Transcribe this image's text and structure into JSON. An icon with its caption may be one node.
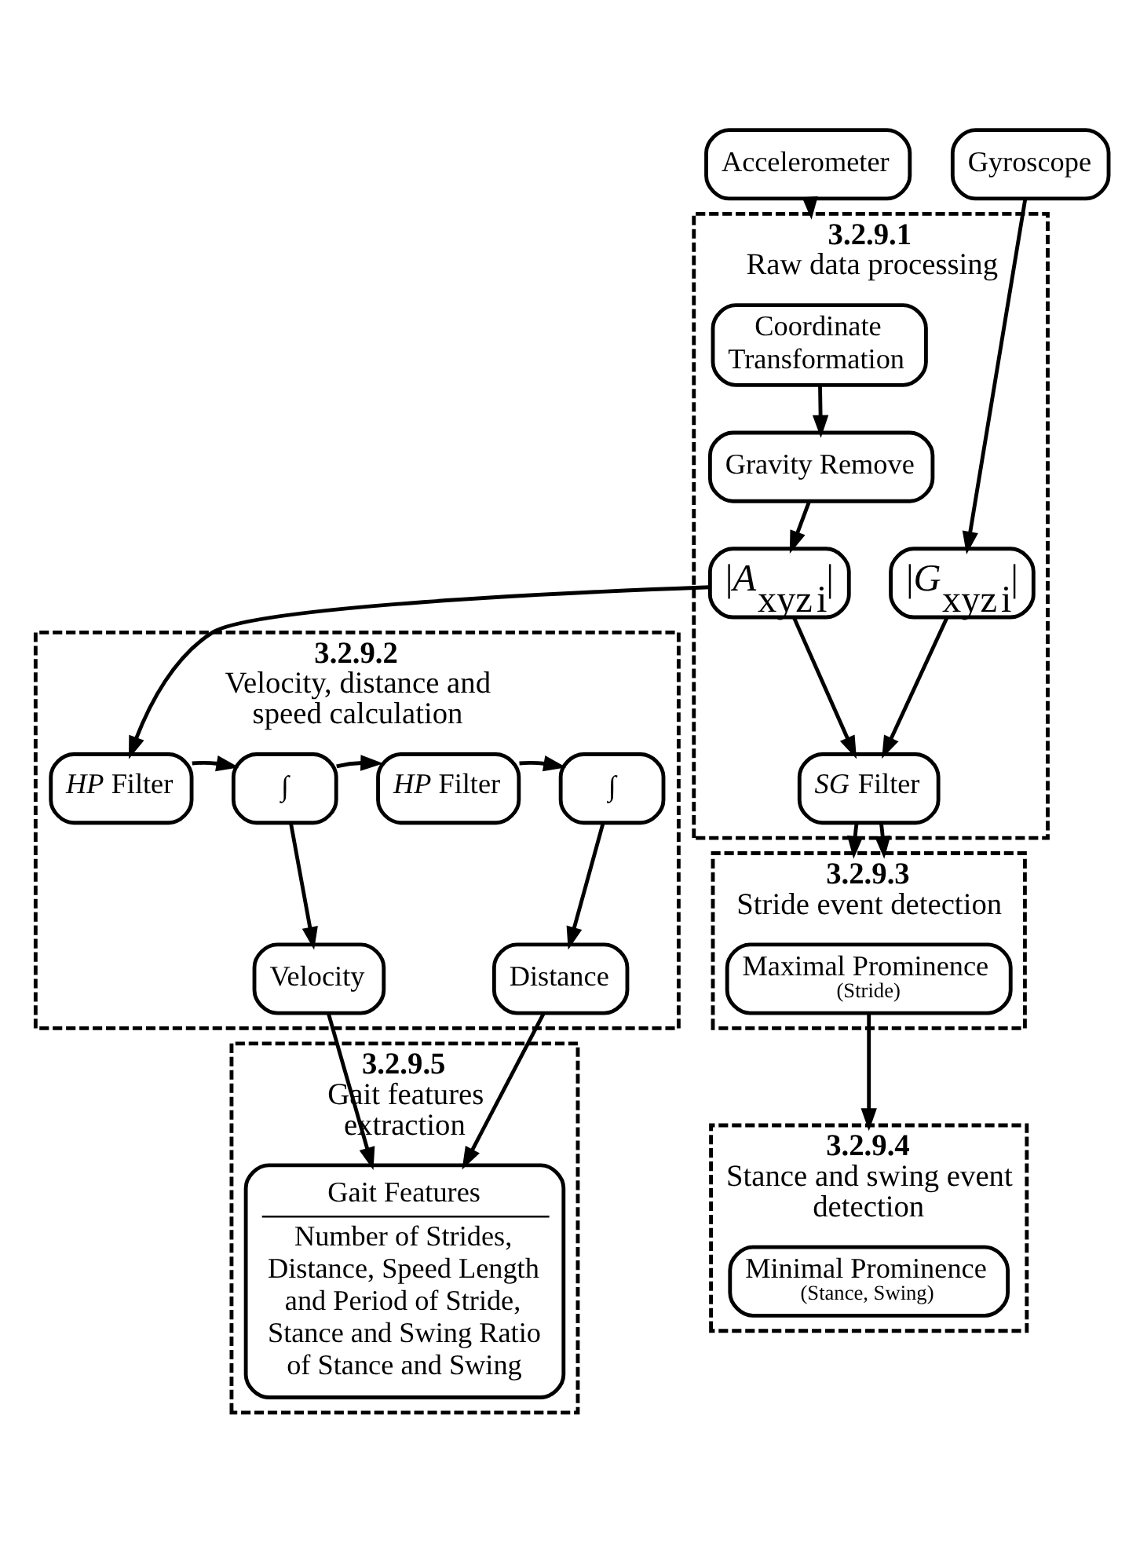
{
  "diagram": {
    "nodes": [
      {
        "text": [
          "Accelerometer"
        ]
      },
      {
        "text": [
          "Gyroscope"
        ]
      },
      {
        "text": [
          "**3.2.9.1**",
          "Raw data processing"
        ]
      },
      {
        "text": [
          "Coordinate Transformation"
        ],
        "in": 2
      },
      {
        "text": [
          "Gravity Remove"
        ],
        "in": 2
      },
      {
        "text": [
          "|*A*$_{xyz}$$_{i}$|"
        ],
        "in": 2
      },
      {
        "text": [
          "|*G*$_{xyz}$$_{i}$|"
        ],
        "in": 2
      },
      {
        "text": [
          "*SG* Filter"
        ],
        "in": 2
      },
      {
        "text": [
          "**3.2.9.2**",
          "Velocity, distance and speed calculation"
        ]
      },
      {
        "text": [
          "*HP* Filter"
        ],
        "in": 8
      },
      {
        "text": [
          "∫"
        ],
        "in": 8
      },
      {
        "text": [
          "*HP* Filter"
        ],
        "in": 8
      },
      {
        "text": [
          "∫"
        ],
        "in": 8
      },
      {
        "text": [
          "Velocity"
        ],
        "in": 8
      },
      {
        "text": [
          "Distance"
        ],
        "in": 8
      },
      {
        "text": [
          "**3.2.9.3**",
          "Stride event detection"
        ]
      },
      {
        "text": [
          "Maximal Prominence",
          "(Stride)"
        ],
        "in": 15
      },
      {
        "text": [
          "**3.2.9.4**",
          "Stance and swing event detection"
        ]
      },
      {
        "text": [
          "Minimal Prominence",
          "(Stance, Swing)"
        ],
        "in": 17
      },
      {
        "text": [
          "**3.2.9.5**",
          "Gait features extraction"
        ]
      },
      {
        "text": [
          "Gait Features",
          "Number of Strides, Distance, Speed Length and Period of Stride, Stance and Swing Ratio of Stance and Swing"
        ],
        "in": 19
      }
    ],
    "edges": [
      {
        "from": 0,
        "to": 2,
        "arrow": "to"
      },
      {
        "from": 3,
        "to": 4,
        "arrow": "to"
      },
      {
        "from": 4,
        "to": 5,
        "arrow": "to"
      },
      {
        "from": 1,
        "to": 6,
        "arrow": "to"
      },
      {
        "from": 5,
        "to": 7,
        "arrow": "to"
      },
      {
        "from": 6,
        "to": 7,
        "arrow": "to"
      },
      {
        "from": 5,
        "to": 9,
        "arrow": "to"
      },
      {
        "from": 9,
        "to": 10,
        "arrow": "to"
      },
      {
        "from": 10,
        "to": 11,
        "arrow": "to"
      },
      {
        "from": 11,
        "to": 12,
        "arrow": "to"
      },
      {
        "from": 10,
        "to": 13,
        "arrow": "to"
      },
      {
        "from": 12,
        "to": 14,
        "arrow": "to"
      },
      {
        "from": 7,
        "to": 15,
        "arrow": "to"
      },
      {
        "from": 7,
        "to": 15,
        "arrow": "to"
      },
      {
        "from": 16,
        "to": 17,
        "arrow": "to"
      },
      {
        "from": 13,
        "to": 20,
        "arrow": "to"
      },
      {
        "from": 14,
        "to": 20,
        "arrow": "to"
      }
    ]
  }
}
